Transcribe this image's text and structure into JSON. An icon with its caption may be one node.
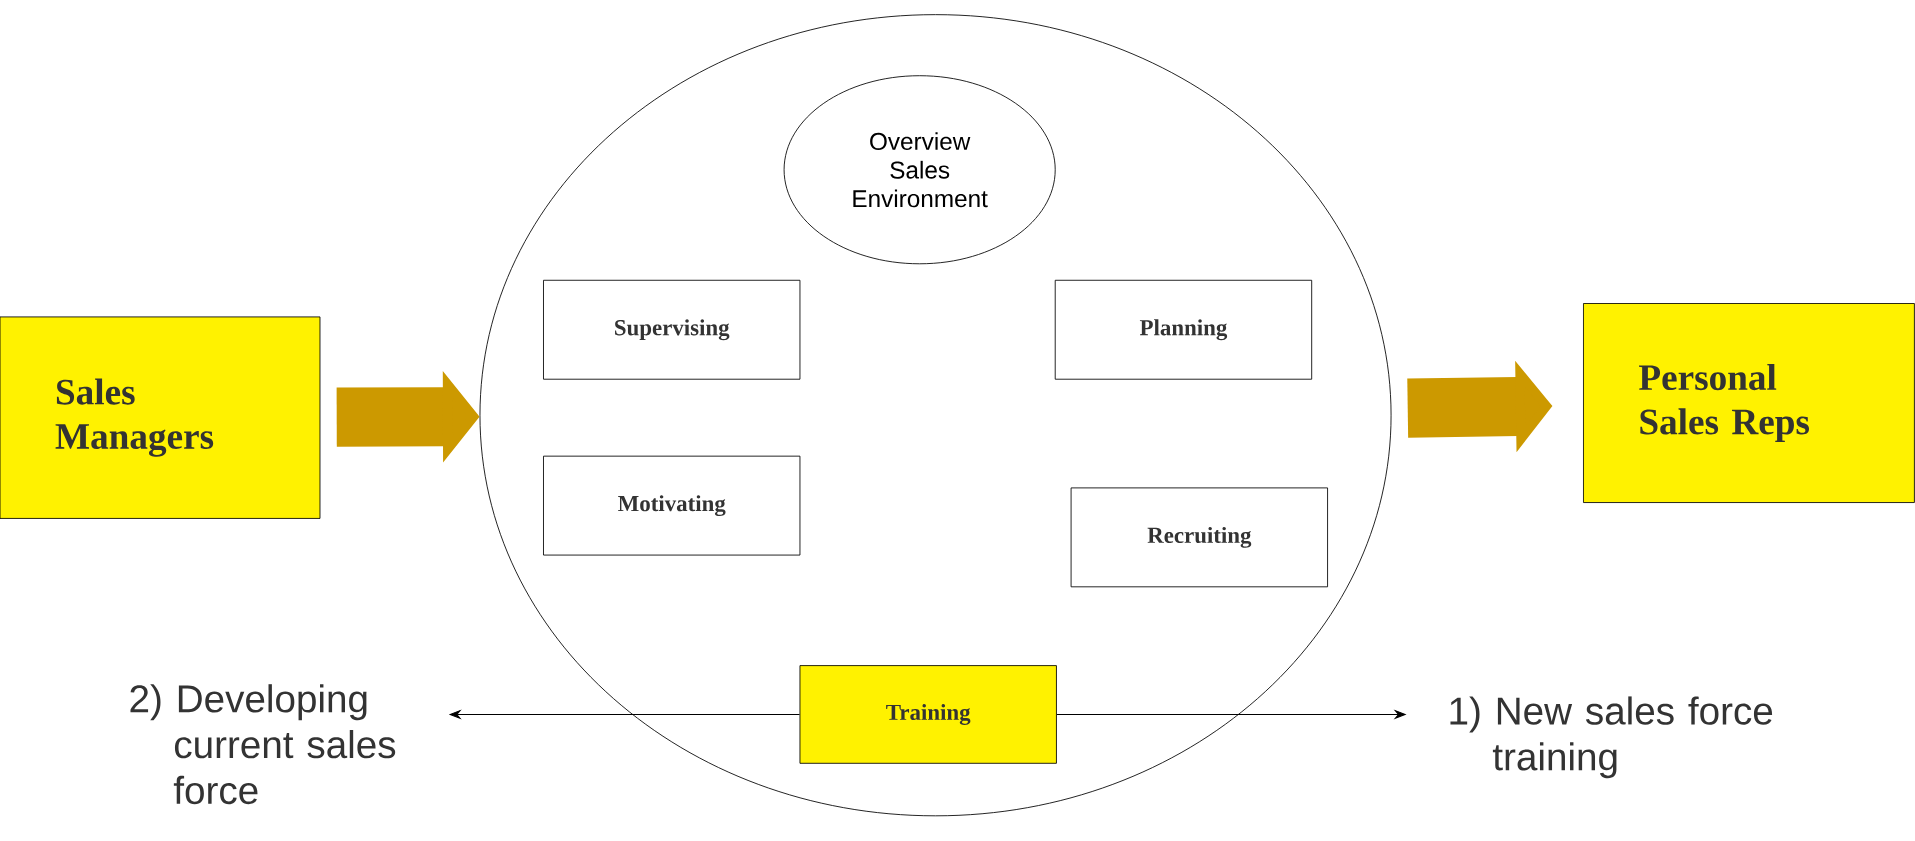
{
  "diagram": {
    "nodes": [
      {
        "text": [],
        "shape": "ellipse"
      },
      {
        "text": [
          "Overview Sales Environment"
        ],
        "in": 0
      },
      {
        "text": [
          "Supervising"
        ],
        "in": 0
      },
      {
        "text": [
          "Planning"
        ],
        "in": 0
      },
      {
        "text": [
          "Motivating"
        ],
        "in": 0
      },
      {
        "text": [
          "Recruiting"
        ],
        "in": 0
      },
      {
        "text": [
          "Training"
        ],
        "in": 0
      },
      {
        "text": [
          "Sales Managers"
        ]
      },
      {
        "text": [
          "Personal Sales Reps"
        ]
      },
      {
        "text": [
          "2) Developing current sales force"
        ]
      },
      {
        "text": [
          "1) New sales force training"
        ]
      }
    ],
    "edges": [
      {
        "from": 7,
        "to": 0,
        "arrow": "to",
        "style": "thick",
        "color": "#cc9900"
      },
      {
        "from": 0,
        "to": 8,
        "arrow": "to",
        "style": "thick",
        "color": "#cc9900"
      },
      {
        "from": 6,
        "to": 9,
        "arrow": "to",
        "color": "#000000"
      },
      {
        "from": 6,
        "to": 10,
        "arrow": "to",
        "color": "#000000"
      }
    ]
  }
}
